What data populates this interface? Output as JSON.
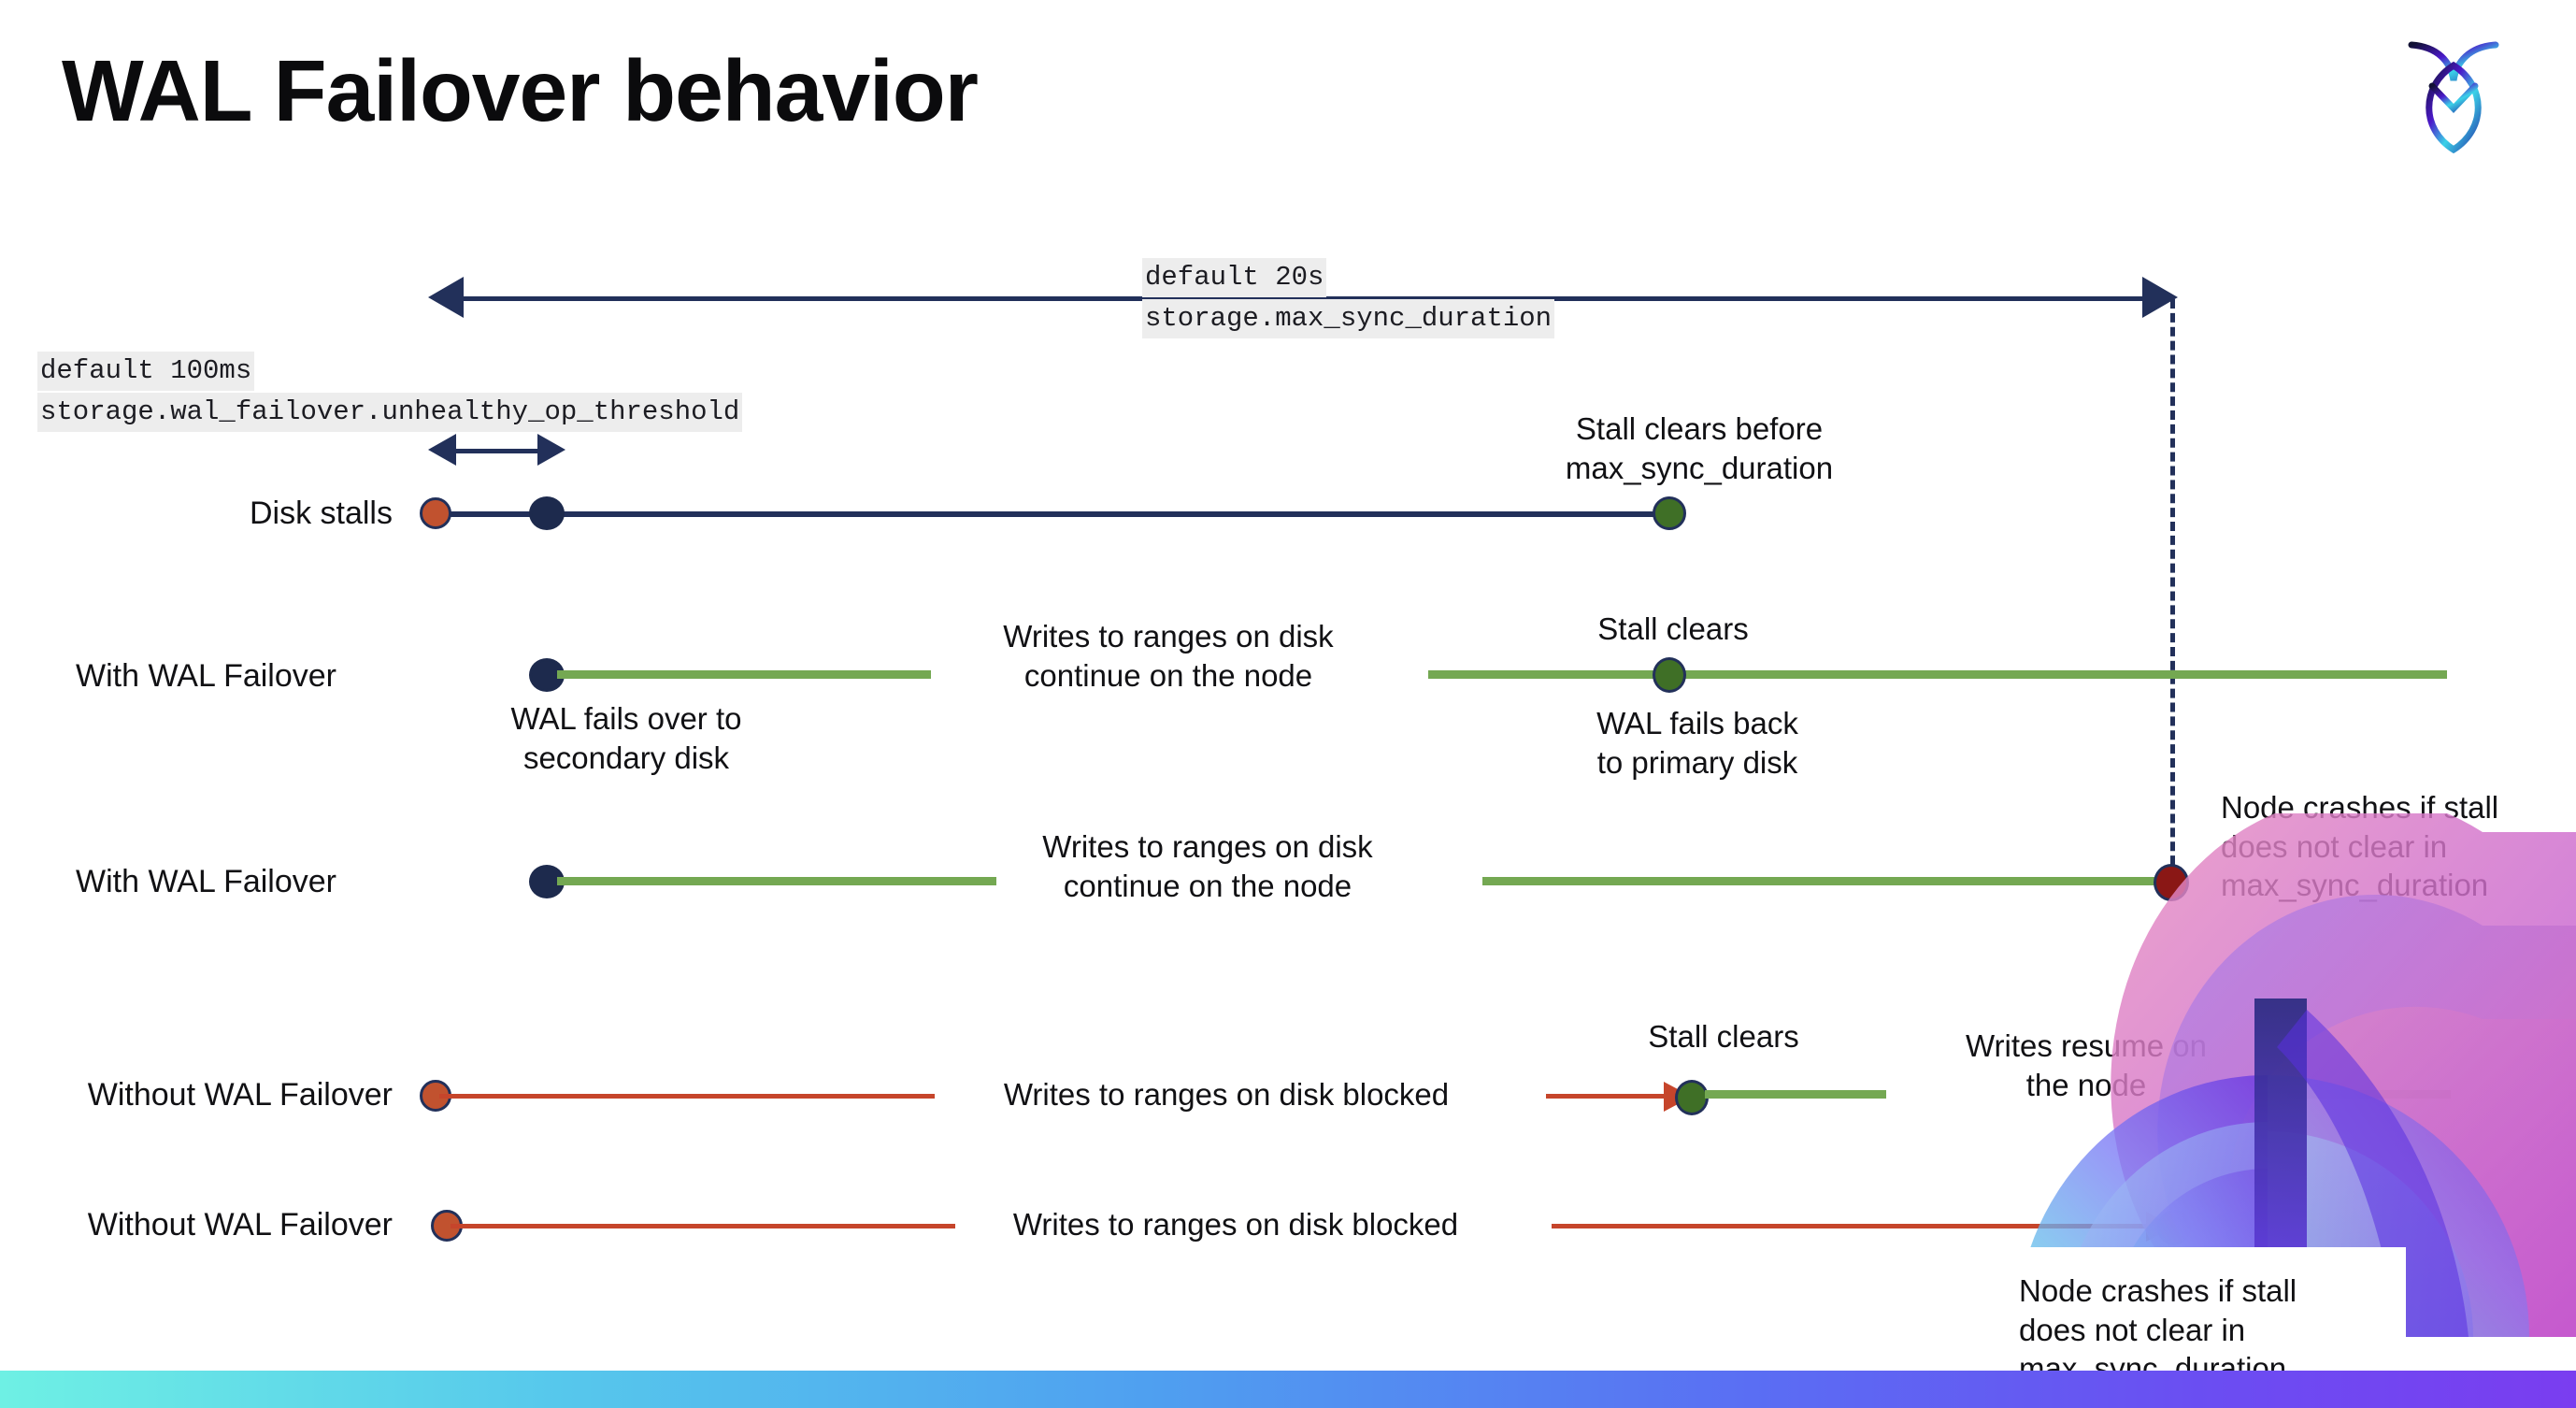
{
  "slide": {
    "title": "WAL Failover behavior",
    "logo_name": "cockroach-logo"
  },
  "settings": {
    "max_sync": {
      "default": "default 20s",
      "name": "storage.max_sync_duration"
    },
    "unhealthy_op": {
      "default": "default 100ms",
      "name": "storage.wal_failover.unhealthy_op_threshold"
    }
  },
  "rows": [
    {
      "name": "Disk stalls",
      "annotations": [
        "Stall clears before\nmax_sync_duration"
      ]
    },
    {
      "name": "With WAL Failover",
      "annotations": [
        "WAL fails over to\nsecondary disk",
        "Writes to ranges on disk\ncontinue on the node",
        "Stall clears",
        "WAL fails  back\nto primary disk"
      ]
    },
    {
      "name": "With WAL Failover",
      "annotations": [
        "Writes to ranges on disk\ncontinue on the node",
        "Node crashes if stall\ndoes not clear in\nmax_sync_duration"
      ]
    },
    {
      "name": "Without WAL Failover",
      "annotations": [
        "Writes to ranges on disk  blocked",
        "Stall clears",
        "Writes resume on\nthe node"
      ]
    },
    {
      "name": "Without WAL Failover",
      "annotations": [
        "Writes to ranges on disk  blocked",
        "Node crashes if stall\ndoes not clear in\nmax_sync_duration"
      ]
    }
  ],
  "colors": {
    "navy": "#22305a",
    "green_line": "#74a852",
    "green_dot": "#3f6f26",
    "orange": "#c6452b",
    "orange_dot": "#c1522f",
    "dark_red": "#8a1715",
    "chip_bg": "#ededed"
  }
}
